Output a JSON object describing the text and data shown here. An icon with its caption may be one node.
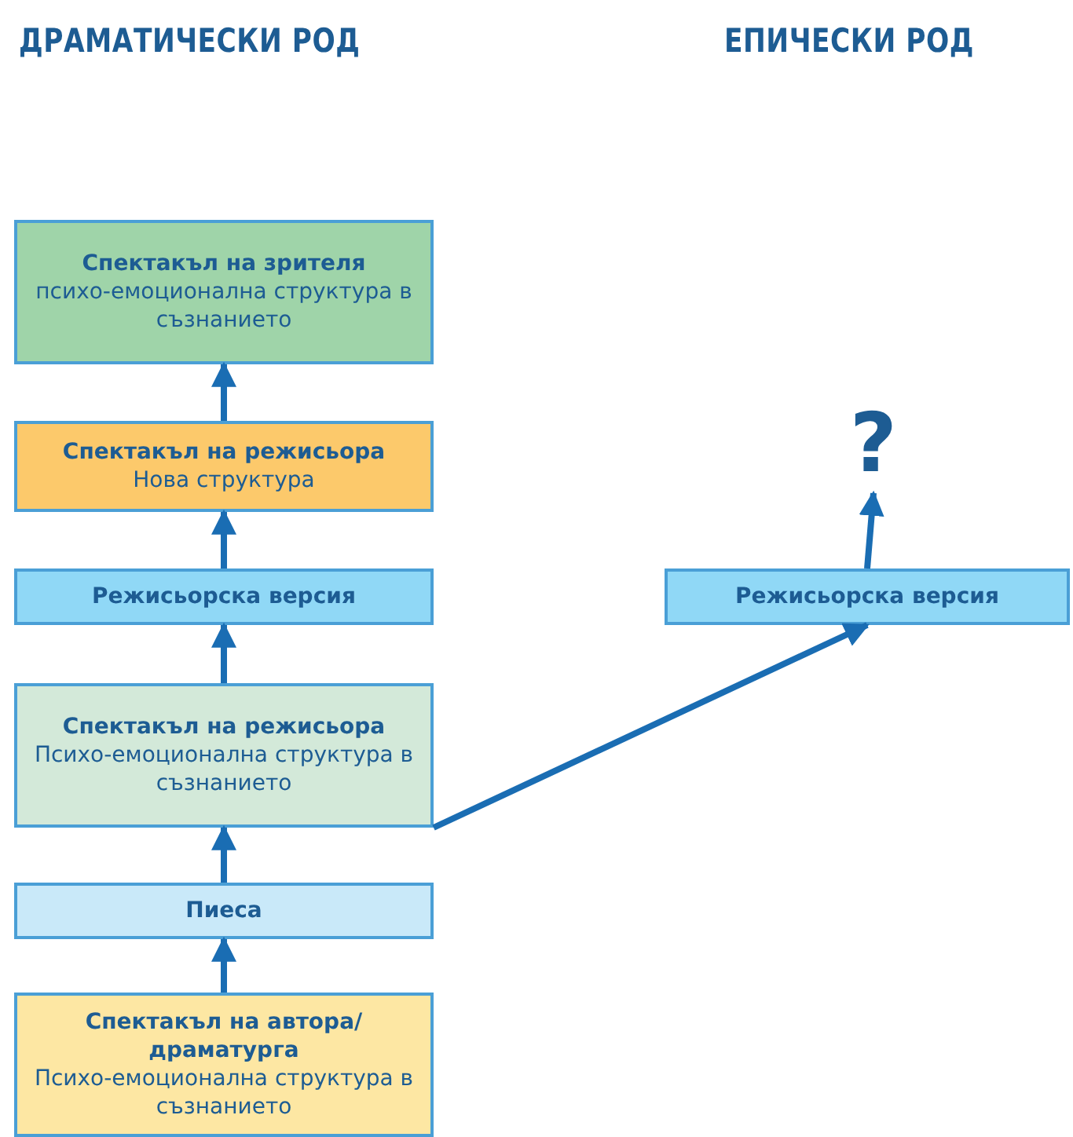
{
  "diagram": {
    "nodes": [
      {
        "text": [
          "Спектакъл на зрителя",
          "психо-емоционална структура в съзнанието"
        ]
      },
      {
        "text": [
          "Спектакъл на режисьора",
          "Нова структура"
        ]
      },
      {
        "text": [
          "Режисьорска версия"
        ]
      },
      {
        "text": [
          "Спектакъл на режисьора",
          "Психо-емоционална структура в съзнанието"
        ]
      },
      {
        "text": [
          "Пиеса"
        ]
      },
      {
        "text": [
          "Спектакъл на автора/драматурга",
          "Психо-емоционална структура в съзнанието"
        ]
      },
      {
        "text": [
          "Режисьорска версия"
        ]
      },
      {
        "text": [
          "?"
        ]
      }
    ],
    "edges": [
      {
        "from": 5,
        "to": 4,
        "arrow": "to"
      },
      {
        "from": 4,
        "to": 3,
        "arrow": "to"
      },
      {
        "from": 3,
        "to": 2,
        "arrow": "to"
      },
      {
        "from": 2,
        "to": 1,
        "arrow": "to"
      },
      {
        "from": 1,
        "to": 0,
        "arrow": "to"
      },
      {
        "from": 3,
        "to": 6,
        "arrow": "to"
      },
      {
        "from": 6,
        "to": 7,
        "arrow": "to"
      }
    ],
    "labels": [
      "ДРАМАТИЧЕСКИ РОД",
      "ЕПИЧЕСКИ РОД"
    ]
  }
}
